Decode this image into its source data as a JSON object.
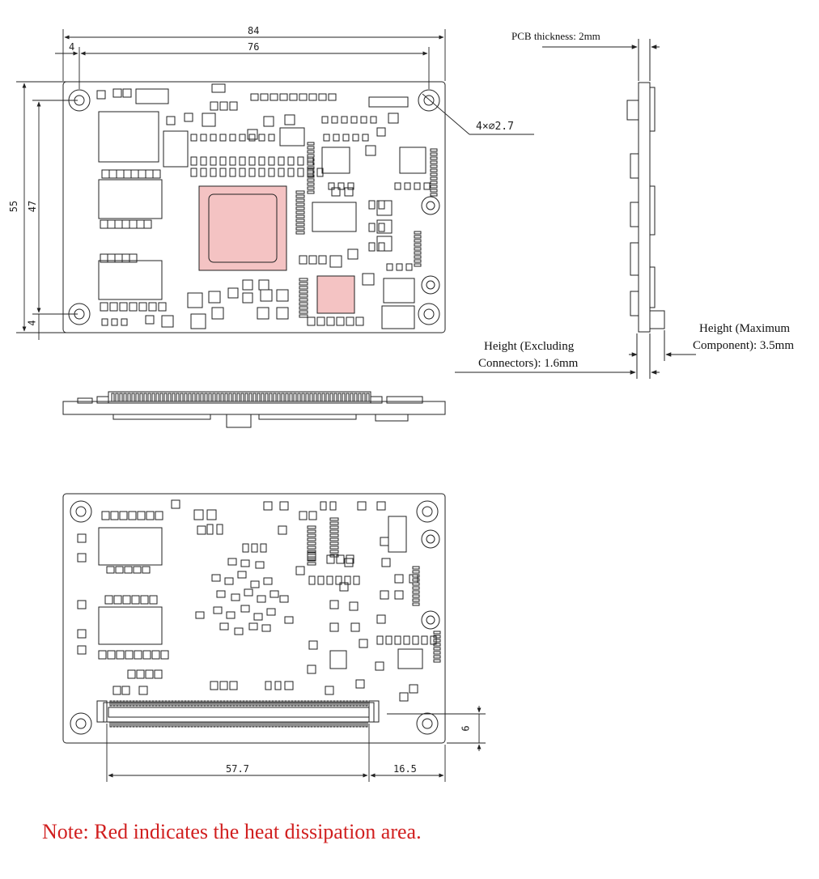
{
  "dimensions": {
    "top_width_total": "84",
    "top_width_inner": "76",
    "top_height_total": "55",
    "top_height_inner": "47",
    "edge_offset_left": "4",
    "edge_offset_bottom": "4",
    "hole_spec": "4×∅2.7",
    "connector_length": "57.7",
    "connector_offset": "16.5",
    "connector_edge": "6"
  },
  "labels": {
    "pcb_thickness": "PCB thickness: 2mm",
    "height_excluding_line1": "Height (Excluding",
    "height_excluding_line2": "Connectors): 1.6mm",
    "height_max_line1": "Height (Maximum",
    "height_max_line2": "Component): 3.5mm"
  },
  "note": "Note: Red indicates the heat dissipation area.",
  "colors": {
    "heat_area": "#f4c3c3",
    "line": "#222222",
    "note_text": "#d11f1f"
  }
}
